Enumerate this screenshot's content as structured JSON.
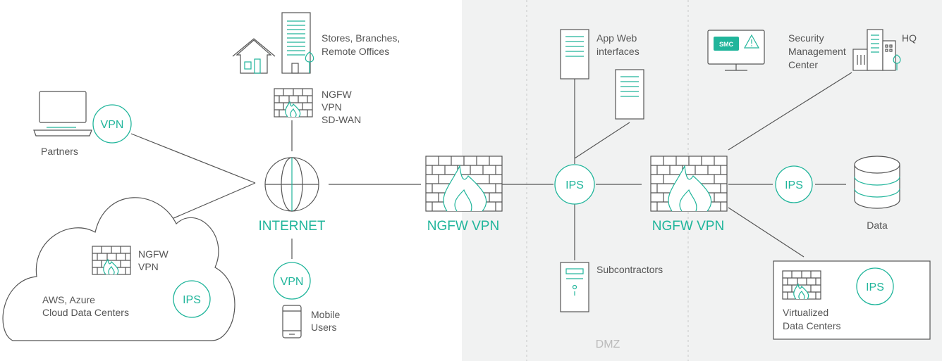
{
  "labels": {
    "stores": [
      "Stores, Branches,",
      "Remote Offices"
    ],
    "branch_fw": [
      "NGFW",
      "VPN",
      "SD-WAN"
    ],
    "partners": "Partners",
    "cloud_fw": [
      "NGFW",
      "VPN"
    ],
    "cloud_dc": [
      "AWS, Azure",
      "Cloud Data Centers"
    ],
    "internet": "INTERNET",
    "mobile": [
      "Mobile",
      "Users"
    ],
    "edge_fw": "NGFW VPN",
    "app_web": [
      "App Web",
      "interfaces"
    ],
    "subcontractors": "Subcontractors",
    "dmz": "DMZ",
    "core_fw": "NGFW VPN",
    "smc": [
      "Security",
      "Management",
      "Center"
    ],
    "smc_badge": "SMC",
    "hq": "HQ",
    "data": "Data",
    "virtualized": [
      "Virtualized",
      "Data Centers"
    ]
  },
  "badges": {
    "vpn": "VPN",
    "ips": "IPS"
  },
  "colors": {
    "accent": "#20b59b",
    "line": "#555555",
    "dmz_bg": "#f1f2f2",
    "dashed": "#c8c8c8"
  },
  "icons": [
    "house-icon",
    "building-icon",
    "tree-icon",
    "firewall-icon",
    "laptop-icon",
    "globe-icon",
    "cloud-icon",
    "phone-icon",
    "server-icon",
    "monitor-icon",
    "warning-icon",
    "database-icon"
  ]
}
